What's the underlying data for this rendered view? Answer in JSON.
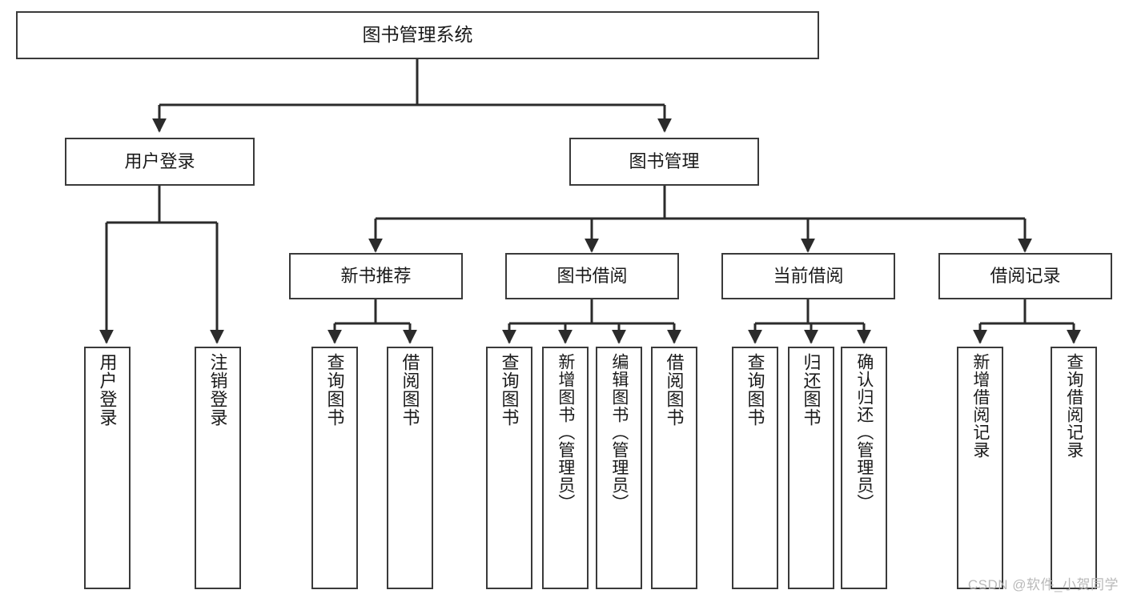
{
  "diagram": {
    "type": "tree",
    "title": "图书管理系统",
    "watermark": "CSDN @软件_小贺同学",
    "colors": {
      "box_border": "#3a3a3a",
      "box_fill": "#ffffff",
      "connector": "#2b2b2b",
      "text": "#1a1a1a",
      "watermark": "#b9b9b9"
    },
    "root": {
      "id": "root",
      "label": "图书管理系统"
    },
    "level1": [
      {
        "id": "n-user-login",
        "label": "用户登录"
      },
      {
        "id": "n-book-manage",
        "label": "图书管理"
      }
    ],
    "level2": [
      {
        "id": "n-new-book-rec",
        "label": "新书推荐",
        "parent": "n-book-manage"
      },
      {
        "id": "n-book-borrow",
        "label": "图书借阅",
        "parent": "n-book-manage"
      },
      {
        "id": "n-current-borrow",
        "label": "当前借阅",
        "parent": "n-book-manage"
      },
      {
        "id": "n-borrow-record",
        "label": "借阅记录",
        "parent": "n-book-manage"
      }
    ],
    "leaves": [
      {
        "id": "leaf-user-login",
        "label": "用户登录",
        "parent": "n-user-login"
      },
      {
        "id": "leaf-logout",
        "label": "注销登录",
        "parent": "n-user-login"
      },
      {
        "id": "leaf-query-book-1",
        "label": "查询图书",
        "parent": "n-new-book-rec"
      },
      {
        "id": "leaf-borrow-book-1",
        "label": "借阅图书",
        "parent": "n-new-book-rec"
      },
      {
        "id": "leaf-query-book-2",
        "label": "查询图书",
        "parent": "n-book-borrow"
      },
      {
        "id": "leaf-add-book",
        "label": "新增图书（管理员）",
        "parent": "n-book-borrow"
      },
      {
        "id": "leaf-edit-book",
        "label": "编辑图书（管理员）",
        "parent": "n-book-borrow"
      },
      {
        "id": "leaf-borrow-book-2",
        "label": "借阅图书",
        "parent": "n-book-borrow"
      },
      {
        "id": "leaf-query-book-3",
        "label": "查询图书",
        "parent": "n-current-borrow"
      },
      {
        "id": "leaf-return-book",
        "label": "归还图书",
        "parent": "n-current-borrow"
      },
      {
        "id": "leaf-confirm-return",
        "label": "确认归还（管理员）",
        "parent": "n-current-borrow"
      },
      {
        "id": "leaf-add-record",
        "label": "新增借阅记录",
        "parent": "n-borrow-record"
      },
      {
        "id": "leaf-query-record",
        "label": "查询借阅记录",
        "parent": "n-borrow-record"
      }
    ]
  }
}
